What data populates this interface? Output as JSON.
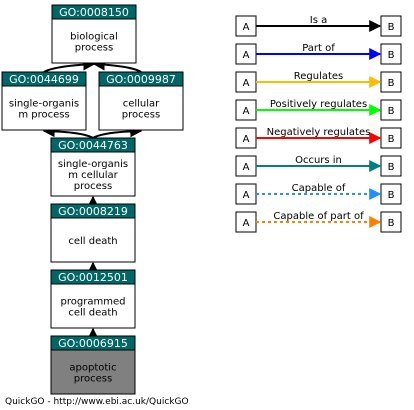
{
  "colors": {
    "term_header": "#006666",
    "term_header_text": "#ffffff",
    "term_border": "#000000",
    "term_body": "#ffffff",
    "selected_term_body": "#808080",
    "is_a": "#000000",
    "part_of": "#0000ff",
    "regulates": "#ffbb00",
    "positively_regulates": "#00ff00",
    "negatively_regulates": "#ff0000",
    "occurs_in": "#008080",
    "capable_of": "#1e90ff",
    "capable_of_part_of": "#ff8000"
  },
  "terms": [
    {
      "key": "t8150",
      "id": "GO:0008150",
      "name_lines": [
        "biological",
        "process"
      ],
      "selected": false
    },
    {
      "key": "t44699",
      "id": "GO:0044699",
      "name_lines": [
        "single-organis",
        "m process"
      ],
      "selected": false
    },
    {
      "key": "t9987",
      "id": "GO:0009987",
      "name_lines": [
        "cellular",
        "process"
      ],
      "selected": false
    },
    {
      "key": "t44763",
      "id": "GO:0044763",
      "name_lines": [
        "single-organis",
        "m cellular",
        "process"
      ],
      "selected": false
    },
    {
      "key": "t8219",
      "id": "GO:0008219",
      "name_lines": [
        "cell death"
      ],
      "selected": false
    },
    {
      "key": "t12501",
      "id": "GO:0012501",
      "name_lines": [
        "programmed",
        "cell death"
      ],
      "selected": false
    },
    {
      "key": "t6915",
      "id": "GO:0006915",
      "name_lines": [
        "apoptotic",
        "process"
      ],
      "selected": true
    }
  ],
  "relations": [
    {
      "from": "t44699",
      "to": "t8150",
      "type": "is_a"
    },
    {
      "from": "t9987",
      "to": "t8150",
      "type": "is_a"
    },
    {
      "from": "t44763",
      "to": "t44699",
      "type": "is_a"
    },
    {
      "from": "t44763",
      "to": "t9987",
      "type": "is_a"
    },
    {
      "from": "t8219",
      "to": "t44763",
      "type": "is_a"
    },
    {
      "from": "t12501",
      "to": "t8219",
      "type": "is_a"
    },
    {
      "from": "t6915",
      "to": "t12501",
      "type": "is_a"
    }
  ],
  "legend": {
    "node_a": "A",
    "node_b": "B",
    "items": [
      {
        "label": "Is a",
        "color_key": "is_a",
        "dashed": false
      },
      {
        "label": "Part of",
        "color_key": "part_of",
        "dashed": false
      },
      {
        "label": "Regulates",
        "color_key": "regulates",
        "dashed": false
      },
      {
        "label": "Positively regulates",
        "color_key": "positively_regulates",
        "dashed": false
      },
      {
        "label": "Negatively regulates",
        "color_key": "negatively_regulates",
        "dashed": false
      },
      {
        "label": "Occurs in",
        "color_key": "occurs_in",
        "dashed": false
      },
      {
        "label": "Capable of",
        "color_key": "capable_of",
        "dashed": true
      },
      {
        "label": "Capable of part of",
        "color_key": "capable_of_part_of",
        "dashed": true
      }
    ]
  },
  "footer": "QuickGO - http://www.ebi.ac.uk/QuickGO"
}
